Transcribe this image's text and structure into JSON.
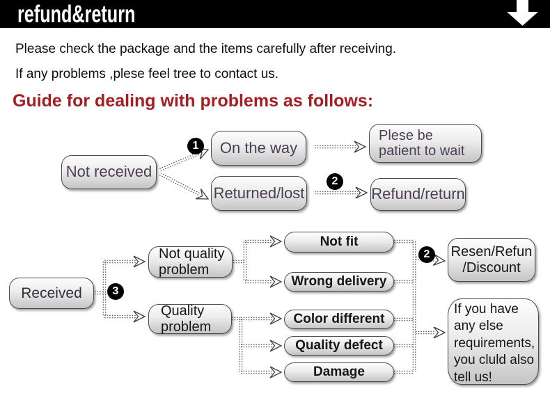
{
  "banner": {
    "title": "refund&return",
    "icon": "down-arrow-icon",
    "bg_color": "#000000"
  },
  "intro": {
    "line1": "Please check the package and the items carefully after receiving.",
    "line2": "If any problems ,plese feel tree to contact us."
  },
  "heading": {
    "text": "Guide for dealing with problems as follows:",
    "color": "#a51e23"
  },
  "flow1": {
    "not_received": "Not received",
    "step1_badge": "1",
    "on_the_way": "On the way",
    "patient_line1": "Plese be",
    "patient_line2": "patient to wait",
    "returned_lost": "Returned/lost",
    "step2_badge": "2",
    "refund_return": "Refund/return"
  },
  "flow2": {
    "received": "Received",
    "step3_badge": "3",
    "not_quality_line1": "Not quality",
    "not_quality_line2": "problem",
    "quality_line1": "Quality",
    "quality_line2": "problem",
    "not_fit": "Not fit",
    "wrong_delivery": "Wrong delivery",
    "step2_badge": "2",
    "resen_line1": "Resen/Refun",
    "resen_line2": "/Discount",
    "color_different": "Color different",
    "quality_defect": "Quality defect",
    "damage": "Damage",
    "note_lines": [
      "If you have",
      "any else",
      "requirements,",
      "you cluld also",
      "tell us!"
    ]
  },
  "colors": {
    "banner_bg": "#000000",
    "accent_red": "#a51e23",
    "flow1_text": "#4c3e52",
    "badge_bg": "#000000",
    "box_border": "#4a4a4a"
  }
}
